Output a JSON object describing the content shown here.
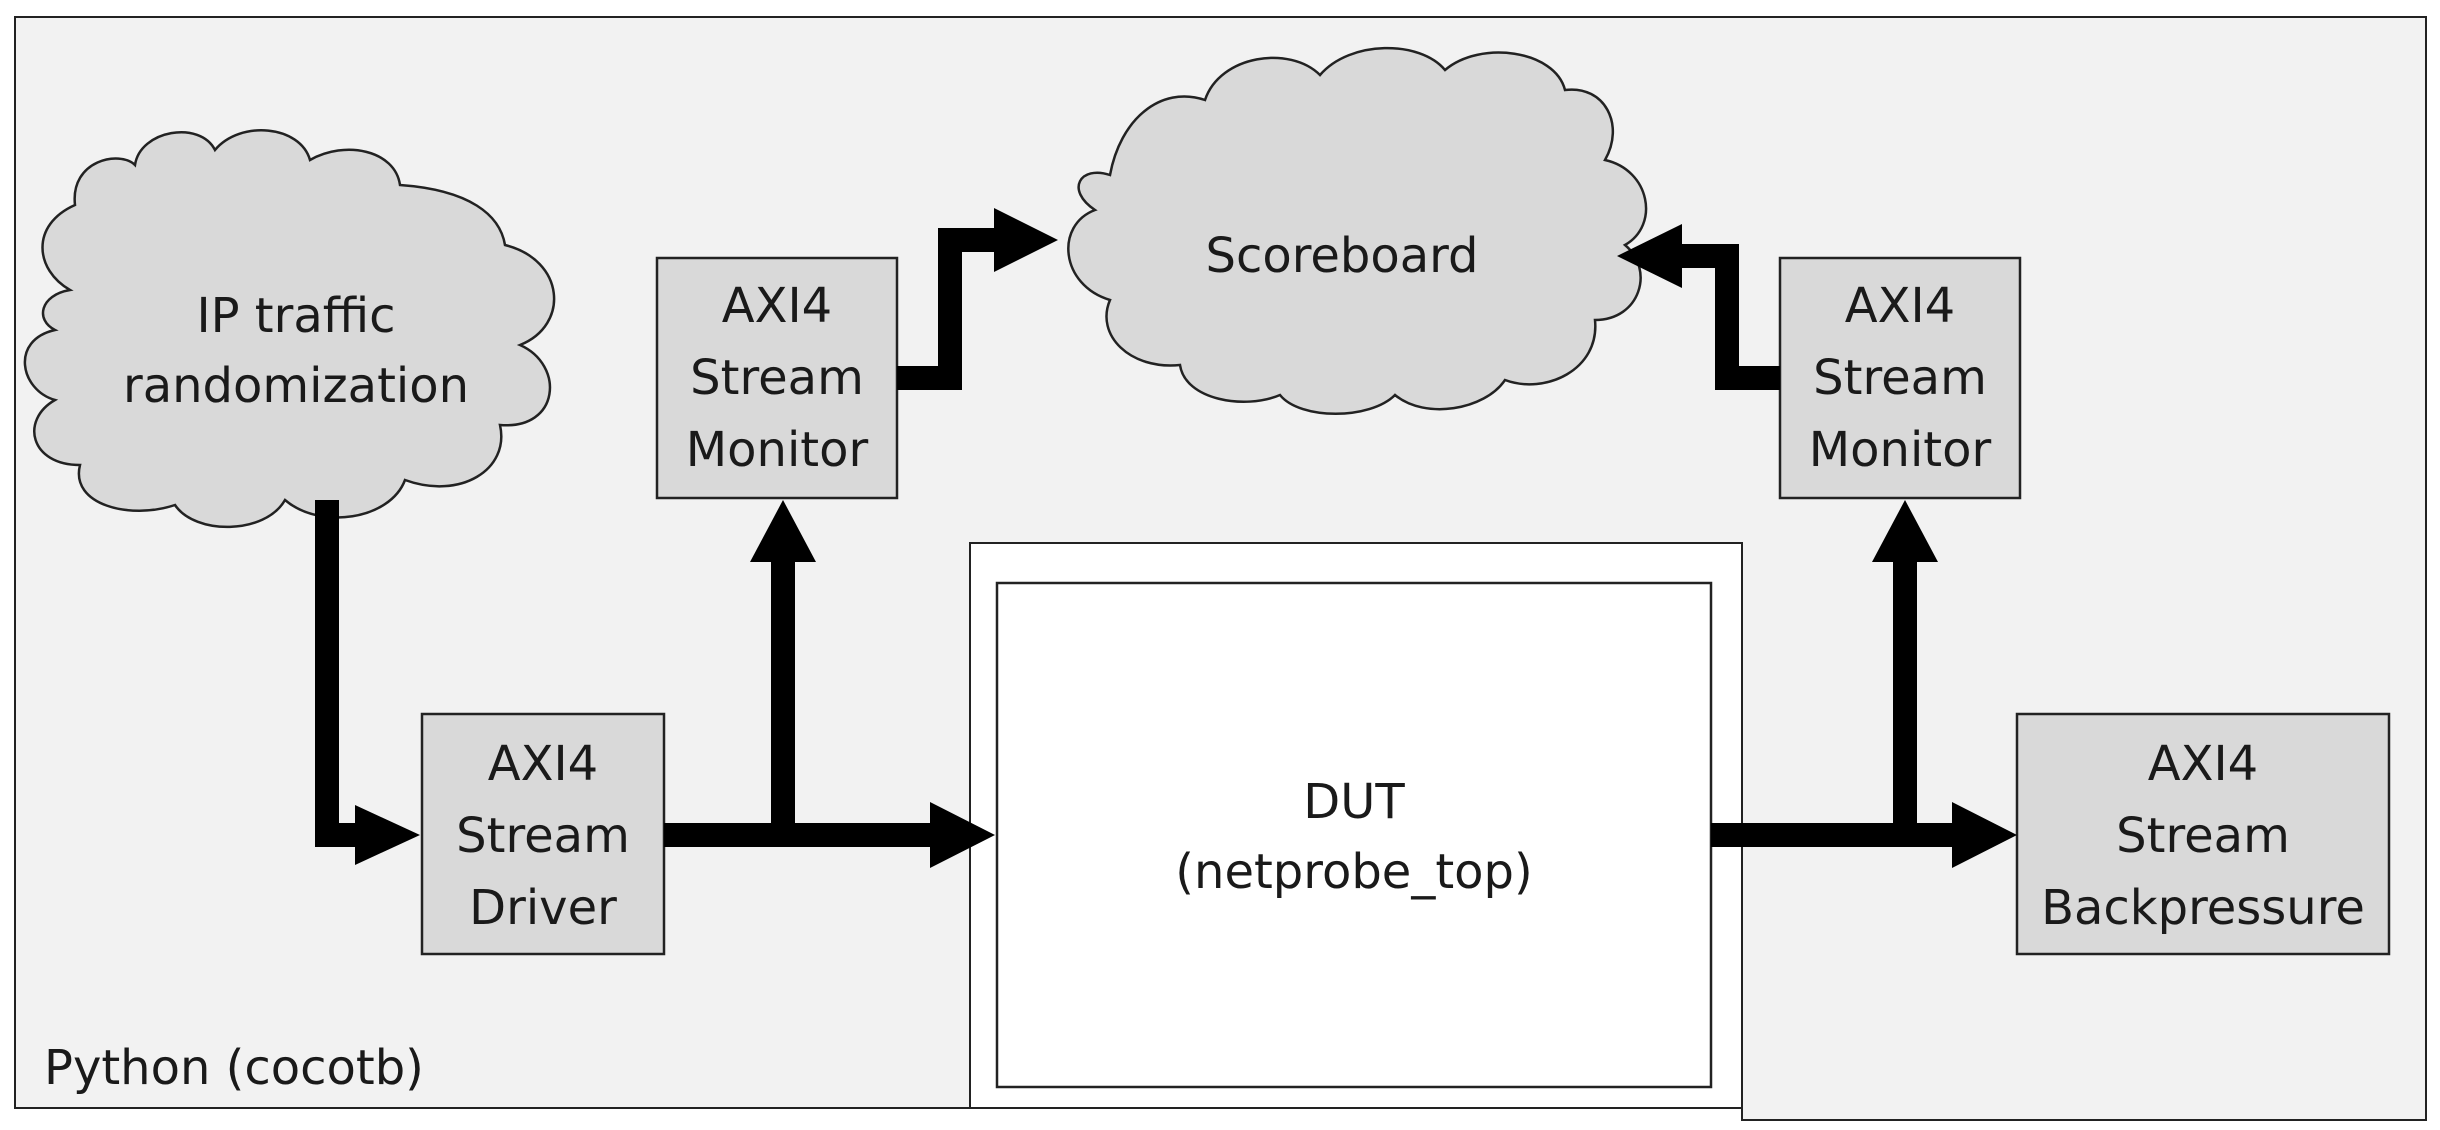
{
  "python_label": "Python (cocotb)",
  "ip_traffic": {
    "line1": "IP traffic",
    "line2": "randomization"
  },
  "scoreboard": "Scoreboard",
  "monitor_in": {
    "line1": "AXI4",
    "line2": "Stream",
    "line3": "Monitor"
  },
  "monitor_out": {
    "line1": "AXI4",
    "line2": "Stream",
    "line3": "Monitor"
  },
  "driver": {
    "line1": "AXI4",
    "line2": "Stream",
    "line3": "Driver"
  },
  "backpressure": {
    "line1": "AXI4",
    "line2": "Stream",
    "line3": "Backpressure"
  },
  "dut": {
    "line1": "DUT",
    "line2": "(netprobe_top)"
  },
  "colors": {
    "python_area": "#f2f2f2",
    "block": "#d9d9d9",
    "arrow": "#000000",
    "dut_fill": "#ffffff"
  }
}
